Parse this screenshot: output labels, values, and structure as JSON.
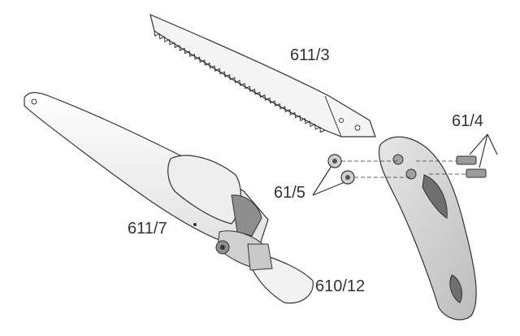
{
  "diagram": {
    "title": "",
    "labels": {
      "blade": "611/3",
      "sheath": "611/7",
      "screws": "61/4",
      "nuts": "61/5",
      "strap": "610/12"
    },
    "colors": {
      "line": "#333333",
      "blade_fill": "#f4f4f4",
      "handle_fill": "#d8d8d8",
      "handle_shadow": "#8e8e8e",
      "grip_dark": "#6f6f6f",
      "sheath_fill": "#f6f6f6"
    }
  }
}
